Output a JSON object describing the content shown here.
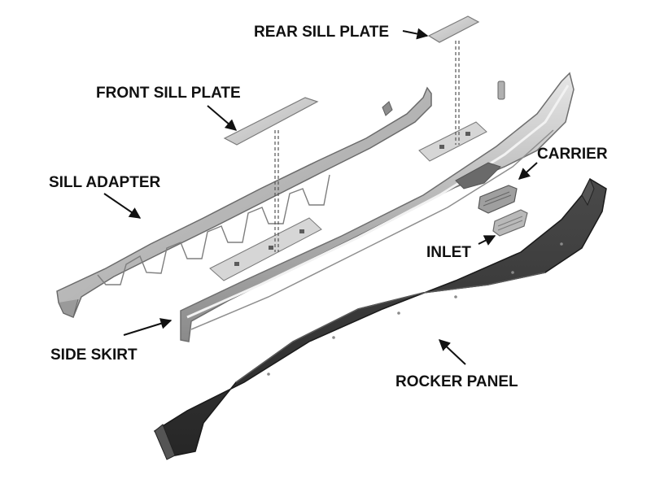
{
  "diagram": {
    "labels": {
      "rear_sill_plate": "REAR SILL PLATE",
      "front_sill_plate": "FRONT SILL PLATE",
      "sill_adapter": "SILL ADAPTER",
      "carrier": "CARRIER",
      "inlet": "INLET",
      "side_skirt": "SIDE SKIRT",
      "rocker_panel": "ROCKER PANEL"
    },
    "colors": {
      "plate_light": "#c8c8c8",
      "plate_mid": "#a9a9a9",
      "plate_dark": "#7d7d7d",
      "rocker": "#3c3c3c",
      "rocker_dark": "#262626",
      "text": "#111111"
    }
  }
}
